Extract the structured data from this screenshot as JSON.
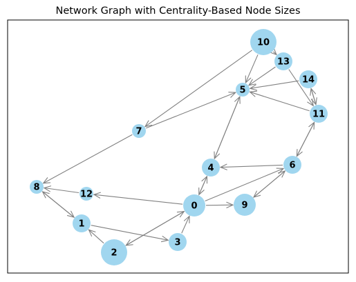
{
  "figure": {
    "title": "Network Graph with Centrality-Based Node Sizes"
  },
  "colors": {
    "node_fill": "#a0d6ef",
    "edge": "#808080",
    "frame": "#000000",
    "label": "#000000"
  },
  "graph": {
    "type": "directed-network",
    "nodes": [
      {
        "id": "0",
        "size": "medium"
      },
      {
        "id": "1",
        "size": "small"
      },
      {
        "id": "2",
        "size": "large"
      },
      {
        "id": "3",
        "size": "small"
      },
      {
        "id": "4",
        "size": "small"
      },
      {
        "id": "5",
        "size": "tiny"
      },
      {
        "id": "6",
        "size": "small"
      },
      {
        "id": "7",
        "size": "tiny"
      },
      {
        "id": "8",
        "size": "tiny"
      },
      {
        "id": "9",
        "size": "medium"
      },
      {
        "id": "10",
        "size": "large"
      },
      {
        "id": "11",
        "size": "small"
      },
      {
        "id": "12",
        "size": "tiny"
      },
      {
        "id": "13",
        "size": "small"
      },
      {
        "id": "14",
        "size": "small"
      }
    ],
    "edges": [
      {
        "from": "10",
        "to": "13"
      },
      {
        "from": "10",
        "to": "7"
      },
      {
        "from": "10",
        "to": "5"
      },
      {
        "from": "13",
        "to": "5"
      },
      {
        "from": "13",
        "to": "11"
      },
      {
        "from": "14",
        "to": "5"
      },
      {
        "from": "11",
        "to": "14"
      },
      {
        "from": "14",
        "to": "11"
      },
      {
        "from": "11",
        "to": "5"
      },
      {
        "from": "11",
        "to": "6"
      },
      {
        "from": "6",
        "to": "11"
      },
      {
        "from": "7",
        "to": "5"
      },
      {
        "from": "7",
        "to": "8"
      },
      {
        "from": "5",
        "to": "4"
      },
      {
        "from": "4",
        "to": "5"
      },
      {
        "from": "6",
        "to": "4"
      },
      {
        "from": "6",
        "to": "9"
      },
      {
        "from": "9",
        "to": "6"
      },
      {
        "from": "4",
        "to": "0"
      },
      {
        "from": "0",
        "to": "4"
      },
      {
        "from": "0",
        "to": "12"
      },
      {
        "from": "0",
        "to": "6"
      },
      {
        "from": "0",
        "to": "9"
      },
      {
        "from": "12",
        "to": "8"
      },
      {
        "from": "8",
        "to": "1"
      },
      {
        "from": "1",
        "to": "8"
      },
      {
        "from": "1",
        "to": "3"
      },
      {
        "from": "2",
        "to": "1"
      },
      {
        "from": "2",
        "to": "0"
      },
      {
        "from": "0",
        "to": "2"
      },
      {
        "from": "3",
        "to": "0"
      }
    ]
  }
}
